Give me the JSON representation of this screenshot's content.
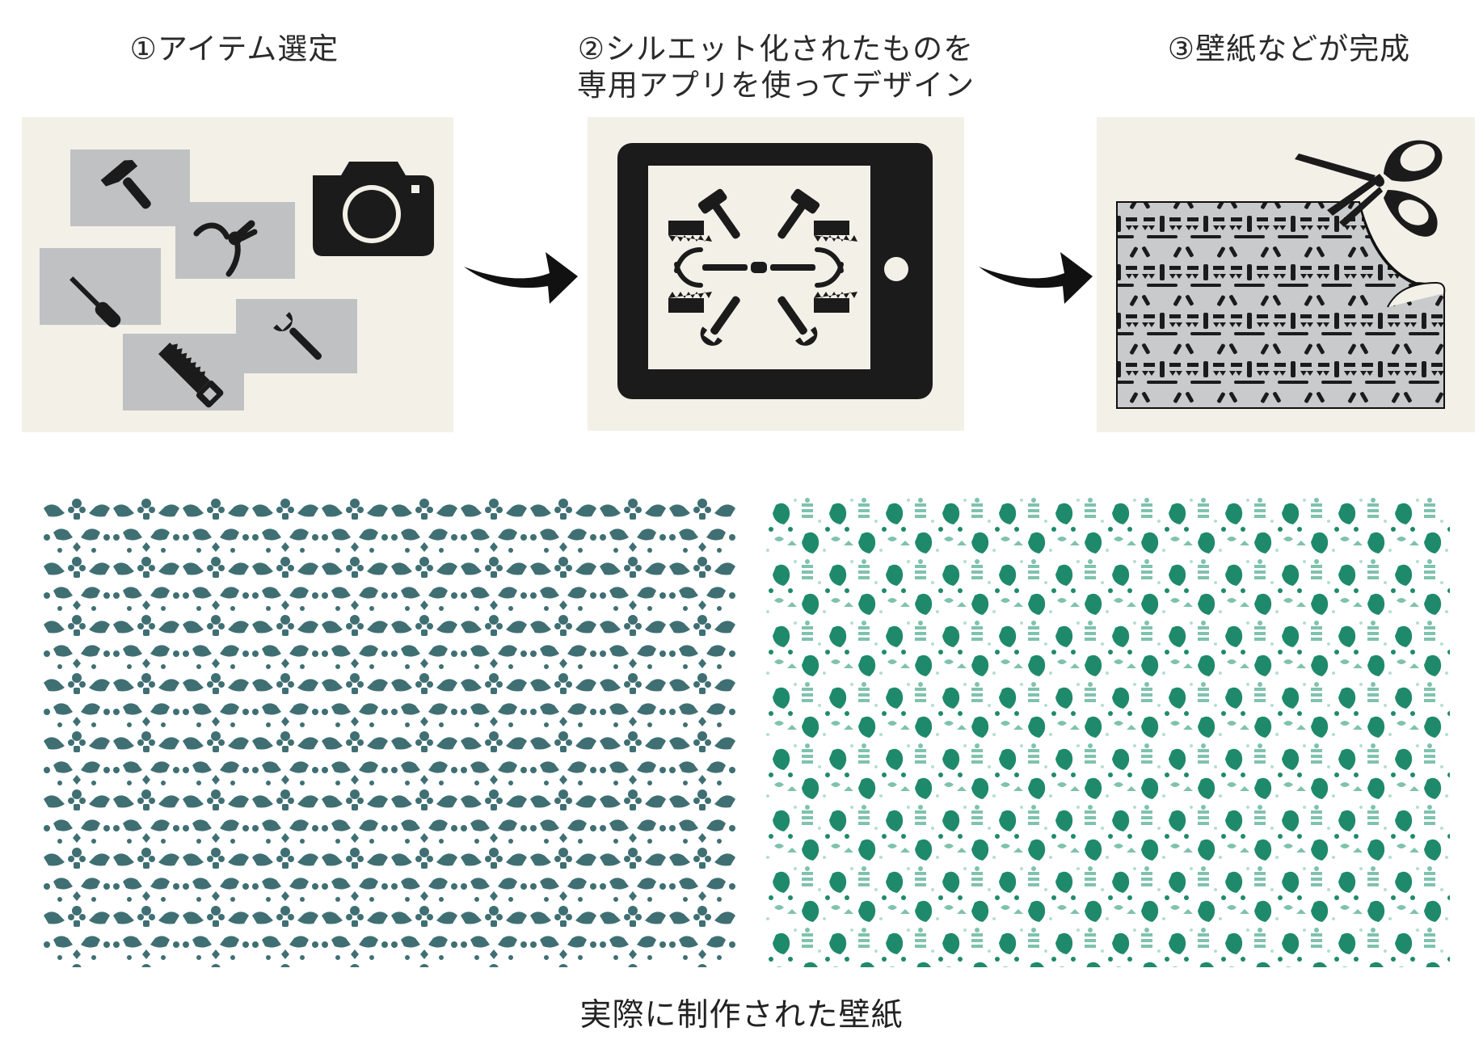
{
  "steps": [
    {
      "title": "①アイテム選定"
    },
    {
      "title": "②シルエット化されたものを\n専用アプリを使ってデザイン"
    },
    {
      "title": "③壁紙などが完成"
    }
  ],
  "caption": "実際に制作された壁紙",
  "colors": {
    "panel_bg": "#f3f0e8",
    "card_gray": "#bfc1c3",
    "icon_black": "#1b1b1b",
    "wallpaper_teal": "#3f6f73",
    "wallpaper_green": "#1f8a6b"
  },
  "icons": {
    "step1": [
      "hammer-icon",
      "pliers-icon",
      "screwdriver-icon",
      "saw-icon",
      "wrench-icon",
      "camera-icon"
    ],
    "step2": [
      "tablet-icon"
    ],
    "step3": [
      "wallpaper-sheet-icon",
      "scissors-icon"
    ]
  }
}
